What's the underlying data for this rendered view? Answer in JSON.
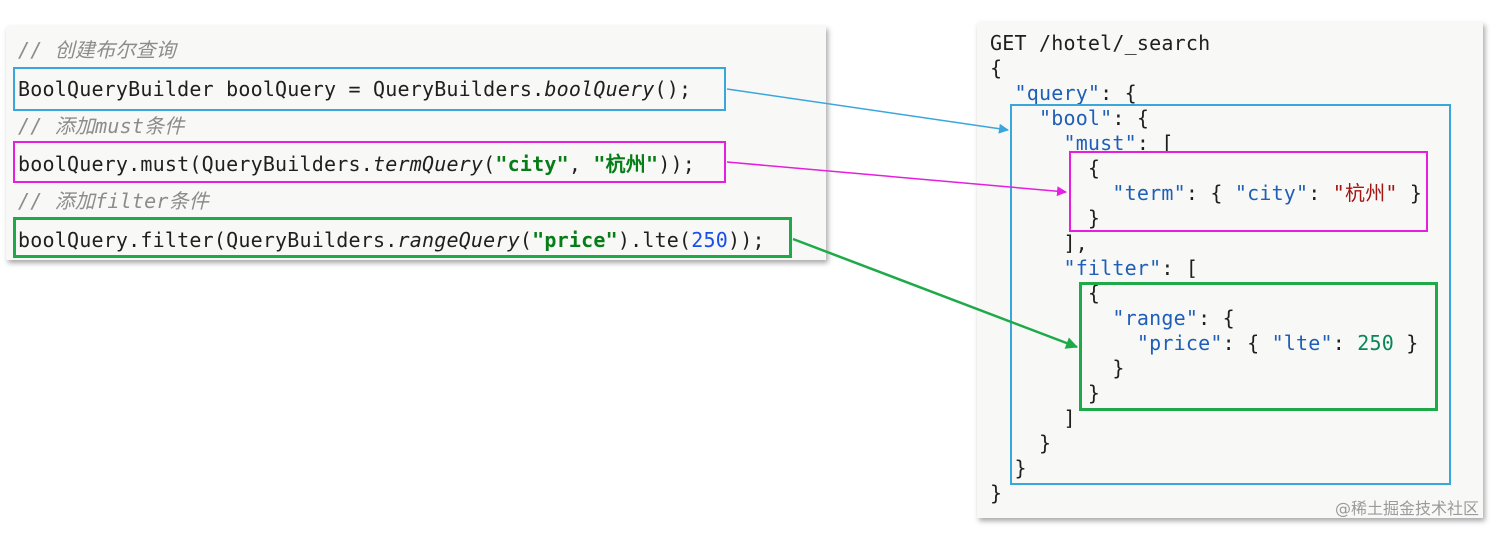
{
  "java": {
    "comment1": "// 创建布尔查询",
    "line1_a": "BoolQueryBuilder boolQuery = QueryBuilders.",
    "line1_b": "boolQuery",
    "line1_c": "();",
    "comment2": "// 添加must条件",
    "line2_a": "boolQuery.must(QueryBuilders.",
    "line2_b": "termQuery",
    "line2_c": "(",
    "line2_d": "\"city\"",
    "line2_e": ", ",
    "line2_f": "\"杭州\"",
    "line2_g": "));",
    "comment3": "// 添加filter条件",
    "line3_a": "boolQuery.filter(QueryBuilders.",
    "line3_b": "rangeQuery",
    "line3_c": "(",
    "line3_d": "\"price\"",
    "line3_e": ").lte(",
    "line3_f": "250",
    "line3_g": "));"
  },
  "dsl": {
    "l1": "GET /hotel/_search",
    "l2": "{",
    "l3_indent": "  ",
    "l3_key": "\"query\"",
    "l3_rest": ": {",
    "l4_indent": "    ",
    "l4_key": "\"bool\"",
    "l4_rest": ": {",
    "l5_indent": "      ",
    "l5_key": "\"must\"",
    "l5_rest": ": [",
    "l6": "        {",
    "l7_indent": "          ",
    "l7_key": "\"term\"",
    "l7_mid": ": { ",
    "l7_key2": "\"city\"",
    "l7_mid2": ": ",
    "l7_val": "\"杭州\"",
    "l7_end": " }",
    "l8": "        }",
    "l9": "      ],",
    "l10_indent": "      ",
    "l10_key": "\"filter\"",
    "l10_rest": ": [",
    "l11": "        {",
    "l12_indent": "          ",
    "l12_key": "\"range\"",
    "l12_rest": ": {",
    "l13_indent": "            ",
    "l13_key": "\"price\"",
    "l13_mid": ": { ",
    "l13_key2": "\"lte\"",
    "l13_mid2": ": ",
    "l13_val": "250",
    "l13_end": " }",
    "l14": "          }",
    "l15": "        }",
    "l16": "      ]",
    "l17": "    }",
    "l18": "  }",
    "l19": "}"
  },
  "watermark": "@稀土掘金技术社区",
  "colors": {
    "blue": "#3aa6dc",
    "magenta": "#e51ee0",
    "green": "#1faa4a"
  }
}
